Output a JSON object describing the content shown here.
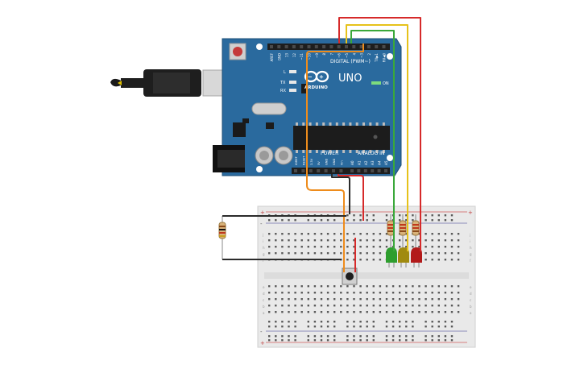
{
  "board": {
    "brand": "ARDUINO",
    "model": "UNO",
    "digital_header_label": "DIGITAL (PWM~)",
    "power_label": "POWER",
    "analog_label": "ANALOG IN",
    "on_label": "ON",
    "led_labels": [
      "L",
      "TX",
      "RX"
    ],
    "digital_pins": [
      "AREF",
      "GND",
      "13",
      "12",
      "~11",
      "~10",
      "~9",
      "8",
      "7",
      "~6",
      "~5",
      "4",
      "~3",
      "2",
      "TX▶1",
      "RX◀0"
    ],
    "power_pins": [
      "IOREF",
      "RESET",
      "3.3V",
      "5V",
      "GND",
      "GND",
      "Vin"
    ],
    "analog_pins": [
      "A0",
      "A1",
      "A2",
      "A3",
      "A4",
      "A5"
    ]
  },
  "breadboard": {
    "row_letters_top": [
      "j",
      "i",
      "h",
      "g",
      "f"
    ],
    "row_letters_bottom": [
      "e",
      "d",
      "c",
      "b",
      "a"
    ],
    "rail_plus": "+",
    "rail_minus": "-"
  },
  "components": {
    "leds": [
      {
        "name": "green-led",
        "color": "#2e9e2e"
      },
      {
        "name": "yellow-led",
        "color": "#a08a10"
      },
      {
        "name": "red-led",
        "color": "#b21a1a"
      }
    ],
    "wire_colors": {
      "red": "#d62a2a",
      "yellow": "#e6c21a",
      "green": "#3aa83a",
      "orange": "#ee8c1c",
      "black": "#2b2b2b"
    },
    "board_color": "#2a6a9e"
  }
}
